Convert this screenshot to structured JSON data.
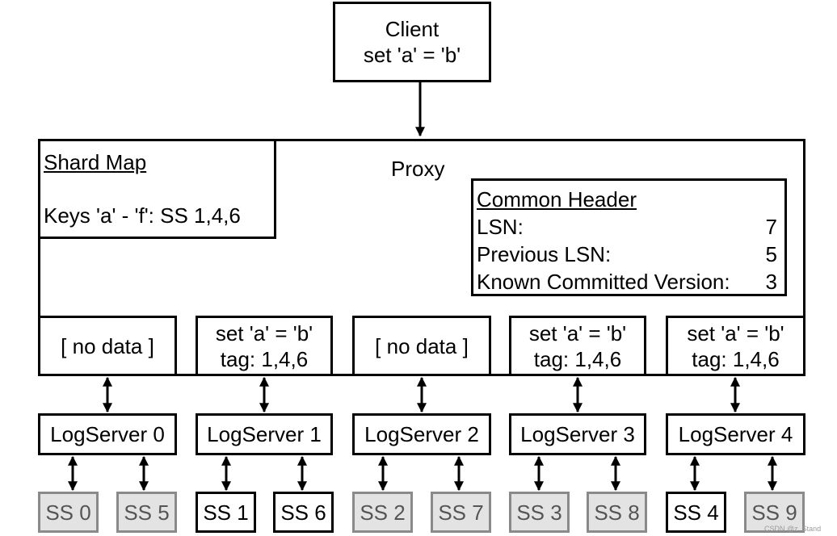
{
  "client": {
    "title": "Client",
    "command": "set 'a' = 'b'"
  },
  "proxy": {
    "title": "Proxy"
  },
  "shard_map": {
    "title": "Shard Map",
    "entry": "Keys 'a' - 'f': SS 1,4,6"
  },
  "common_header": {
    "title": "Common Header",
    "rows": [
      {
        "label": "LSN:",
        "value": "7"
      },
      {
        "label": "Previous LSN:",
        "value": "5"
      },
      {
        "label": "Known Committed Version:",
        "value": "3"
      }
    ]
  },
  "buffers": [
    {
      "line1": "[ no data ]",
      "line2": ""
    },
    {
      "line1": "set 'a' = 'b'",
      "line2": "tag: 1,4,6"
    },
    {
      "line1": "[ no data ]",
      "line2": ""
    },
    {
      "line1": "set 'a' = 'b'",
      "line2": "tag: 1,4,6"
    },
    {
      "line1": "set 'a' = 'b'",
      "line2": "tag: 1,4,6"
    }
  ],
  "log_servers": [
    "LogServer 0",
    "LogServer 1",
    "LogServer 2",
    "LogServer 3",
    "LogServer 4"
  ],
  "storage_servers": [
    {
      "label": "SS 0",
      "active": false
    },
    {
      "label": "SS 5",
      "active": false
    },
    {
      "label": "SS 1",
      "active": true
    },
    {
      "label": "SS 6",
      "active": true
    },
    {
      "label": "SS 2",
      "active": false
    },
    {
      "label": "SS 7",
      "active": false
    },
    {
      "label": "SS 3",
      "active": false
    },
    {
      "label": "SS 8",
      "active": false
    },
    {
      "label": "SS 4",
      "active": true
    },
    {
      "label": "SS 9",
      "active": false
    }
  ],
  "watermark": "CSDN @z_Stand"
}
